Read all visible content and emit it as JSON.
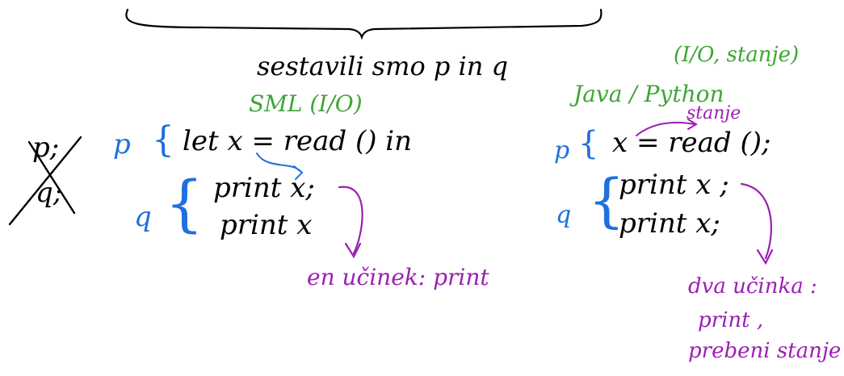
{
  "header": {
    "text": "sestavili smo p in q"
  },
  "left": {
    "language_label": "SML (I/O)",
    "crossed_p": "p;",
    "crossed_q": "q;",
    "p_letter": "p",
    "brace_p": "{",
    "let_line": "let x = read () in",
    "q_letter": "q",
    "brace_q": "{",
    "print_x_1": "print x;",
    "print_x_2": "print x",
    "effect_note": "en učinek: print"
  },
  "right": {
    "state_label": "(I/O, stanje)",
    "language_label": "Java / Python",
    "stanje_annotation": "stanje",
    "p_letter": "p",
    "brace_p": "{",
    "statement": "x = read ();",
    "q_letter": "q",
    "brace_q": "{",
    "print_x_1": "print x ;",
    "print_x_2": "print x;",
    "effect_note_line1": "dva učinka :",
    "effect_note_line2": "print ,",
    "effect_note_line3": "prebeni stanje x"
  },
  "colors": {
    "ink_black": "#000000",
    "ink_green": "#3fa535",
    "ink_blue": "#1f6fe0",
    "ink_purple": "#9b1fb3"
  }
}
